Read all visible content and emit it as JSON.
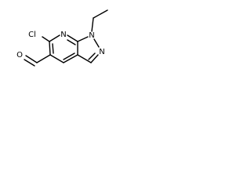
{
  "molecule": {
    "atoms": {
      "chlorine": "Cl",
      "oxygen": "O",
      "pyridine_nitrogen": "N",
      "pyrazole_nitrogen_1": "N",
      "pyrazole_nitrogen_2": "N"
    }
  }
}
